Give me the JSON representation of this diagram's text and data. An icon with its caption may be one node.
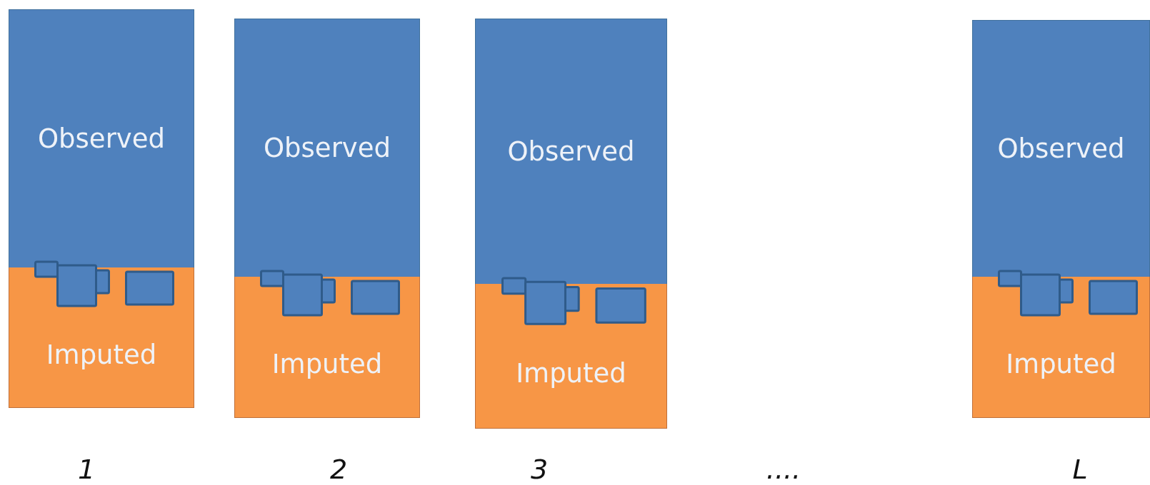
{
  "diagram": {
    "nodes": [
      {
        "text": [
          "Observed"
        ]
      },
      {
        "text": [
          "Imputed"
        ]
      },
      {
        "text": [
          "Observed"
        ]
      },
      {
        "text": [
          "Imputed"
        ]
      },
      {
        "text": [
          "Observed"
        ]
      },
      {
        "text": [
          "Imputed"
        ]
      },
      {
        "text": [
          "Observed"
        ]
      },
      {
        "text": [
          "Imputed"
        ]
      }
    ],
    "labels": [
      "1",
      "2",
      "3",
      "....",
      "L"
    ]
  }
}
